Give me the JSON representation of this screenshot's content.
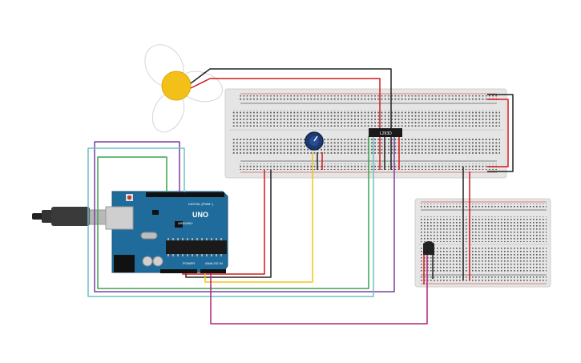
{
  "circuit": {
    "arduino": {
      "brand": "UNO",
      "sub_brand": "ARDUINO",
      "header_digital": "DIGITAL (PWM~)",
      "header_power": "POWER",
      "header_analog": "ANALOG IN"
    },
    "motor_driver": {
      "label": "L293D"
    },
    "colors": {
      "breadboard": "#e5e5e5",
      "arduino_board": "#1f6c9c",
      "wire_red": "#d41b1b",
      "wire_black": "#222222",
      "wire_green": "#3aa44c",
      "wire_purple": "#7b3fa0",
      "wire_teal": "#6ec0c5",
      "wire_yellow": "#f0c419",
      "wire_magenta": "#b0237c",
      "fan_hub": "#f3c01a"
    }
  }
}
